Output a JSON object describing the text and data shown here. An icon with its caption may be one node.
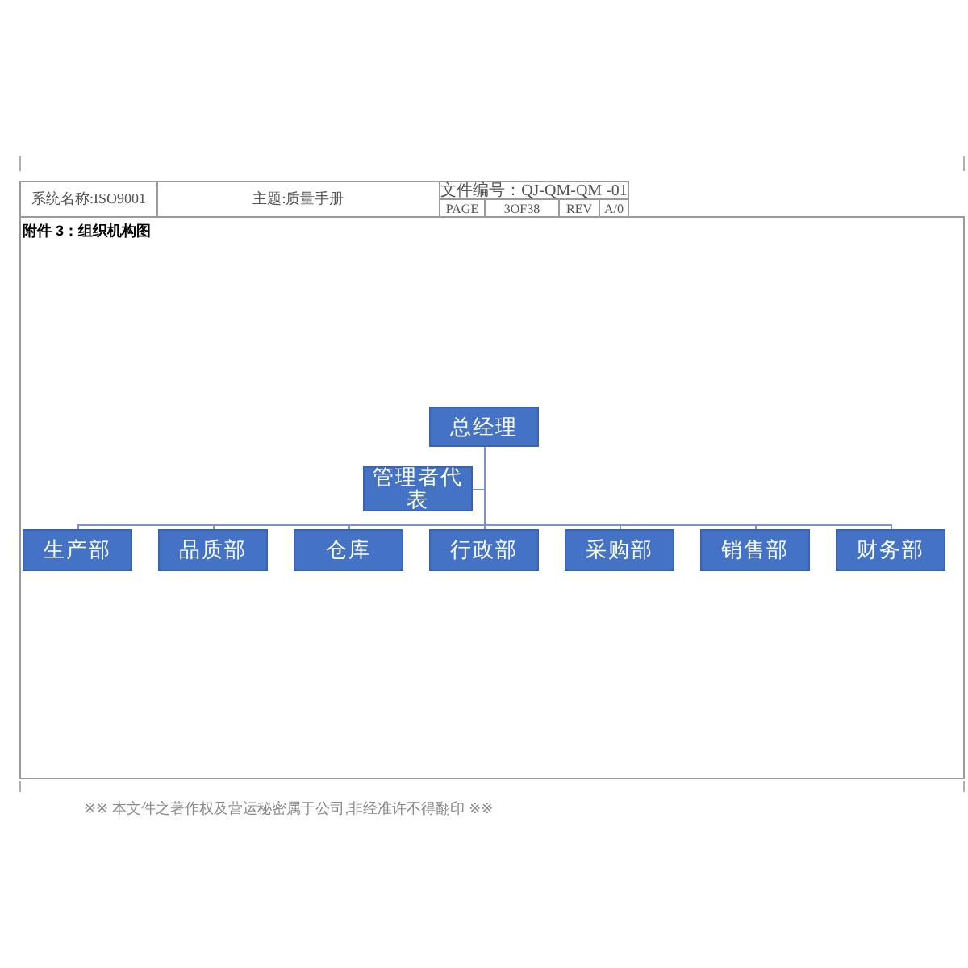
{
  "diagram": {
    "title": "附件 3：组织机构图",
    "nodes": [
      {
        "text": [
          "总经理"
        ]
      },
      {
        "text": [
          "管理者代表"
        ]
      },
      {
        "text": [
          "生产部"
        ]
      },
      {
        "text": [
          "品质部"
        ]
      },
      {
        "text": [
          "仓库"
        ]
      },
      {
        "text": [
          "行政部"
        ]
      },
      {
        "text": [
          "采购部"
        ]
      },
      {
        "text": [
          "销售部"
        ]
      },
      {
        "text": [
          "财务部"
        ]
      }
    ],
    "edges": [
      {
        "from": 0,
        "to": 1,
        "arrow": "none"
      },
      {
        "from": 0,
        "to": 2,
        "arrow": "none"
      },
      {
        "from": 0,
        "to": 3,
        "arrow": "none"
      },
      {
        "from": 0,
        "to": 4,
        "arrow": "none"
      },
      {
        "from": 0,
        "to": 5,
        "arrow": "none"
      },
      {
        "from": 0,
        "to": 6,
        "arrow": "none"
      },
      {
        "from": 0,
        "to": 7,
        "arrow": "none"
      },
      {
        "from": 0,
        "to": 8,
        "arrow": "none"
      }
    ],
    "labels": [
      "系统名称:ISO9001",
      "主题:质量手册",
      "文件编号：QJ-QM-QM -01",
      "PAGE",
      "3OF38",
      "REV",
      "A/0",
      "※※ 本文件之著作权及营运秘密属于公司,非经准许不得翻印 ※※"
    ]
  }
}
